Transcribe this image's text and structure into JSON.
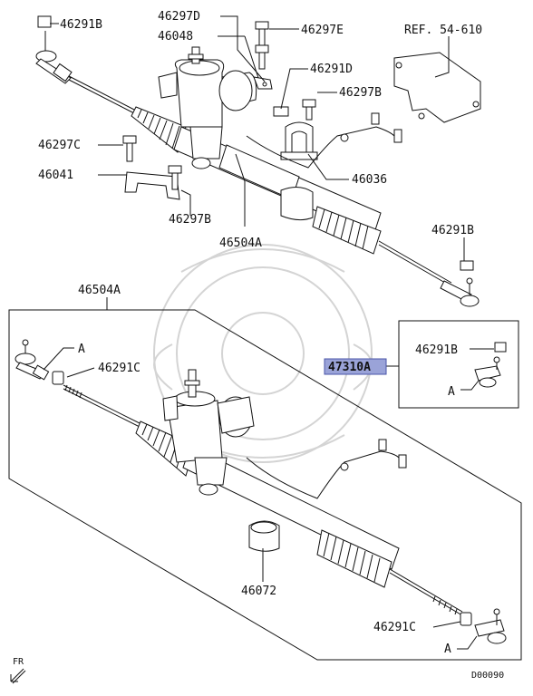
{
  "callouts": {
    "p46291B_top": "46291B",
    "p46297D": "46297D",
    "p46297E": "46297E",
    "p46048": "46048",
    "ref": "REF. 54-610",
    "p46291D": "46291D",
    "p46297B_right": "46297B",
    "p46297C": "46297C",
    "p46041": "46041",
    "p46036": "46036",
    "p46297B_bottom": "46297B",
    "p46504A_top": "46504A",
    "p46291B_right": "46291B",
    "p46504A_box": "46504A",
    "A_left": "A",
    "p46291C_left": "46291C",
    "p47310A": "47310A",
    "p46291B_inset": "46291B",
    "A_inset": "A",
    "p46072": "46072",
    "p46291C_right": "46291C",
    "A_right": "A"
  },
  "orientation": "FR",
  "diagram_id": "D00090",
  "colors": {
    "highlight": "#9aa3d8",
    "line": "#111111",
    "watermark": "#d4d4d4"
  }
}
